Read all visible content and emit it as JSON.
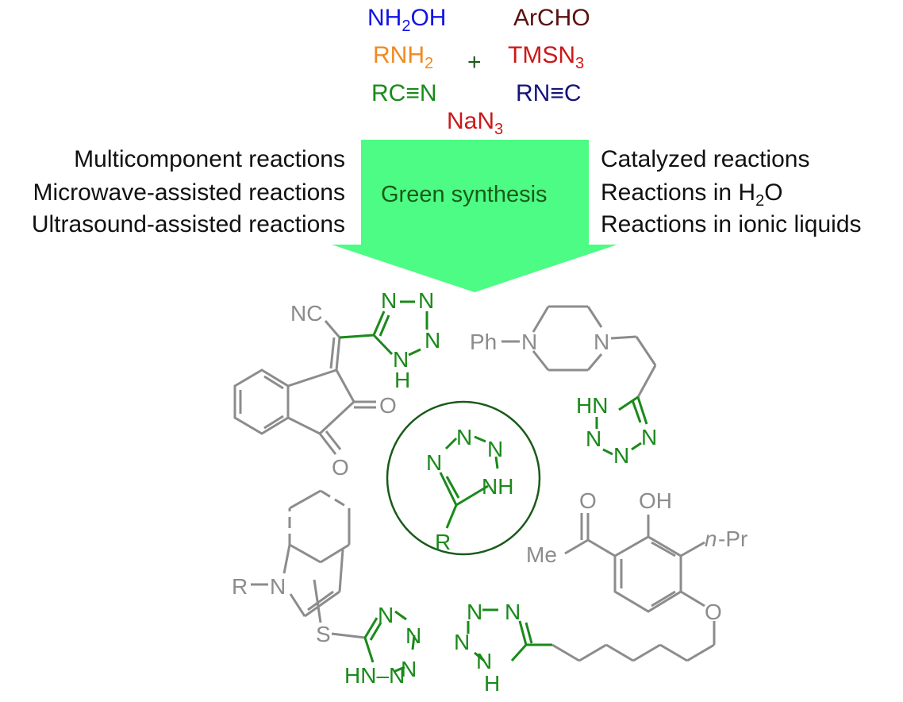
{
  "reagents": {
    "left": [
      {
        "base": "NH",
        "sub": "2",
        "tail": "OH"
      },
      {
        "base": "RNH",
        "sub": "2",
        "tail": ""
      },
      {
        "base": "RC≡N",
        "sub": "",
        "tail": ""
      }
    ],
    "plus": "+",
    "right": [
      {
        "base": "ArCHO",
        "sub": "",
        "tail": ""
      },
      {
        "base": "TMSN",
        "sub": "3",
        "tail": ""
      },
      {
        "base": "RN≡C",
        "sub": "",
        "tail": ""
      }
    ],
    "bottom": {
      "base": "NaN",
      "sub": "3"
    }
  },
  "arrow_label": "Green synthesis",
  "left_methods": [
    "Multicomponent reactions",
    "Microwave-assisted reactions",
    "Ultrasound-assisted reactions"
  ],
  "right_methods": [
    {
      "base": "Catalyzed reactions",
      "sub": "",
      "tail": ""
    },
    {
      "base": "Reactions in H",
      "sub": "2",
      "tail": "O"
    },
    {
      "base": "Reactions in ionic liquids",
      "sub": "",
      "tail": ""
    }
  ],
  "atoms": {
    "N": "N",
    "H": "H",
    "NH": "NH",
    "HN": "HN",
    "HN-N": "HN–N",
    "O": "O",
    "S": "S",
    "R": "R",
    "NC": "NC",
    "Ph": "Ph",
    "Me": "Me",
    "OH": "OH",
    "nPr_italic": "n",
    "nPr_rest": "-Pr",
    "R_dash": "R"
  },
  "colors": {
    "arrow": "#4cfc84",
    "tetrazole": "#1a8a1a",
    "scaffold": "#8c8c8c",
    "circle": "#1a5a1a"
  }
}
